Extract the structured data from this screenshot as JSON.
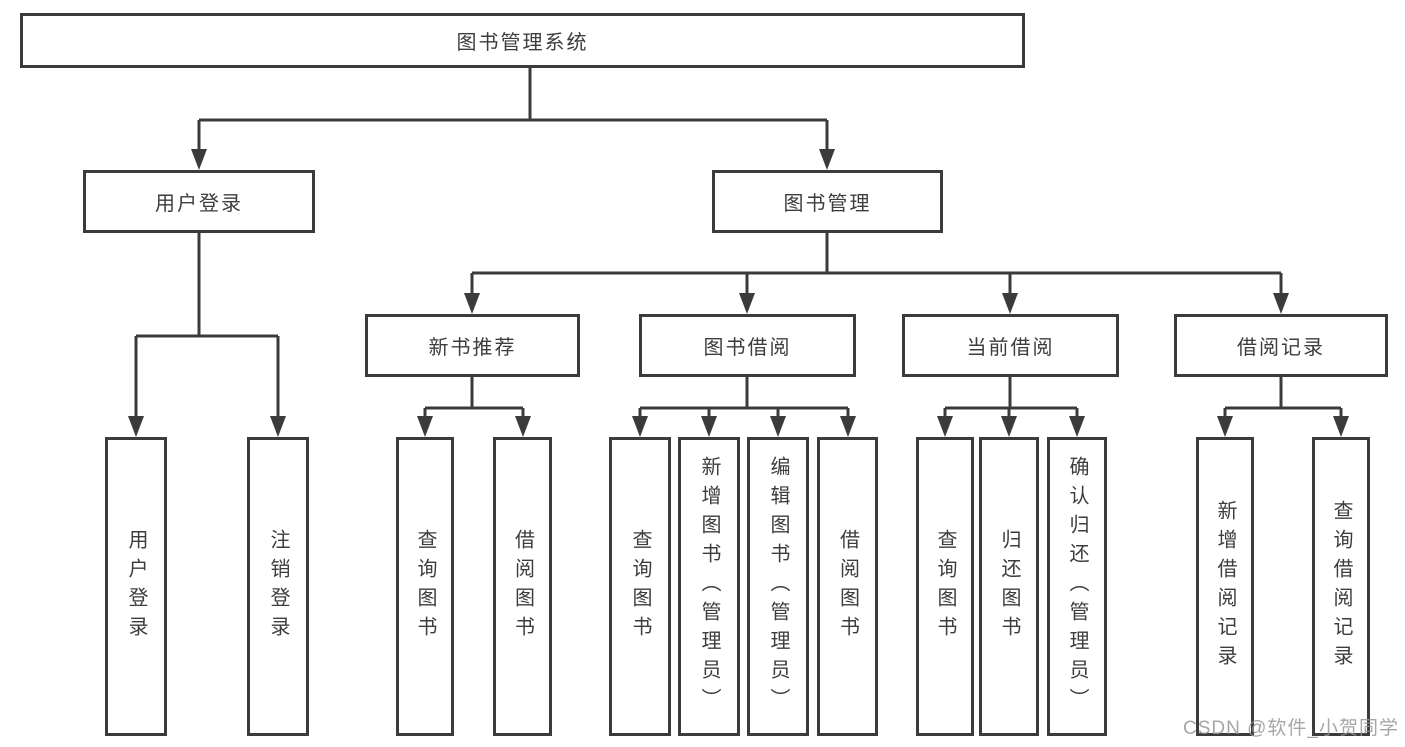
{
  "diagram": {
    "title": "图书管理系统",
    "nodes": {
      "root": {
        "label": "图书管理系统"
      },
      "level2": [
        {
          "id": "user-login",
          "label": "用户登录"
        },
        {
          "id": "book-management",
          "label": "图书管理"
        }
      ],
      "level3": [
        {
          "id": "new-book-recommendation",
          "label": "新书推荐",
          "parent": "图书管理"
        },
        {
          "id": "book-borrowing",
          "label": "图书借阅",
          "parent": "图书管理"
        },
        {
          "id": "current-borrowing",
          "label": "当前借阅",
          "parent": "图书管理"
        },
        {
          "id": "borrowing-records",
          "label": "借阅记录",
          "parent": "图书管理"
        }
      ],
      "leaves": {
        "user_login": [
          {
            "label": "用户登录"
          },
          {
            "label": "注销登录"
          }
        ],
        "new_book_recommendation": [
          {
            "label": "查询图书"
          },
          {
            "label": "借阅图书"
          }
        ],
        "book_borrowing": [
          {
            "label": "查询图书"
          },
          {
            "label": "新增图书（管理员）"
          },
          {
            "label": "编辑图书（管理员）"
          },
          {
            "label": "借阅图书"
          }
        ],
        "current_borrowing": [
          {
            "label": "查询图书"
          },
          {
            "label": "归还图书"
          },
          {
            "label": "确认归还（管理员）"
          }
        ],
        "borrowing_records": [
          {
            "label": "新增借阅记录"
          },
          {
            "label": "查询借阅记录"
          }
        ]
      }
    },
    "watermark": "CSDN @软件_小贺同学",
    "colors": {
      "line": "#3b3b3b",
      "box_border": "#3b3b3b",
      "text": "#3d3d3d",
      "watermark": "#969696",
      "background": "#ffffff"
    }
  }
}
